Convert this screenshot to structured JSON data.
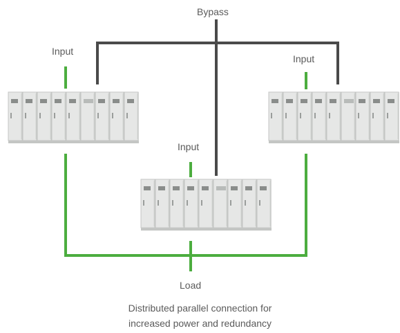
{
  "labels": {
    "bypass": "Bypass",
    "input_left": "Input",
    "input_center": "Input",
    "input_right": "Input",
    "load": "Load"
  },
  "caption": {
    "line1": "Distributed parallel connection for",
    "line2": "increased power and redundancy"
  },
  "colors": {
    "input_line": "#4cad3f",
    "bypass_line": "#4a4a4a",
    "cabinet_body": "#e6e7e6",
    "cabinet_shadow": "#c4c6c4",
    "display_panel": "#8a8d8b",
    "text": "#5a5a5a"
  },
  "units": [
    {
      "name": "ups-left",
      "cabinets": 9
    },
    {
      "name": "ups-center",
      "cabinets": 9
    },
    {
      "name": "ups-right",
      "cabinets": 9
    }
  ]
}
